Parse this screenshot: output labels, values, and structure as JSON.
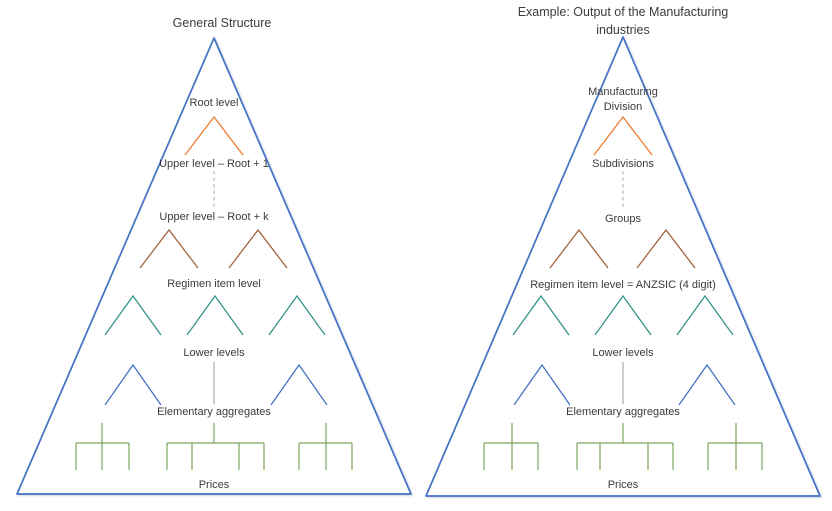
{
  "colors": {
    "triangle_border": "#4472C4",
    "chevron_orange": "#ED7D31",
    "chevron_brown": "#A5643C",
    "chevron_teal": "#35948B",
    "chevron_blue": "#4472C4",
    "bracket_green": "#7DA562",
    "dash_gray": "#AFAFAF",
    "connector_gray": "#999999",
    "text": "#3B3B3B"
  },
  "left": {
    "title": "General Structure",
    "labels": {
      "root": "Root level",
      "upper1": "Upper level – Root + 1",
      "upperk": "Upper level – Root + k",
      "regimen": "Regimen item level",
      "lower": "Lower levels",
      "elementary": "Elementary aggregates",
      "prices": "Prices"
    }
  },
  "right": {
    "title": "Example: Output of the Manufacturing industries",
    "labels": {
      "root": "Manufacturing Division",
      "upper1": "Subdivisions",
      "upperk": "Groups",
      "regimen": "Regimen item level = ANZSIC (4 digit)",
      "lower": "Lower levels",
      "elementary": "Elementary aggregates",
      "prices": "Prices"
    }
  }
}
